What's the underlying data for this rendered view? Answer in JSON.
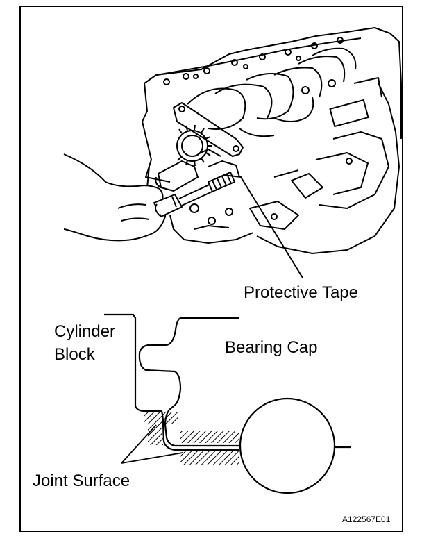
{
  "labels": {
    "protective_tape": "Protective Tape",
    "cylinder_block": "Cylinder",
    "cylinder_block_line2": "Block",
    "bearing_cap": "Bearing Cap",
    "joint_surface": "Joint Surface",
    "figure_id": "A122567E01"
  }
}
